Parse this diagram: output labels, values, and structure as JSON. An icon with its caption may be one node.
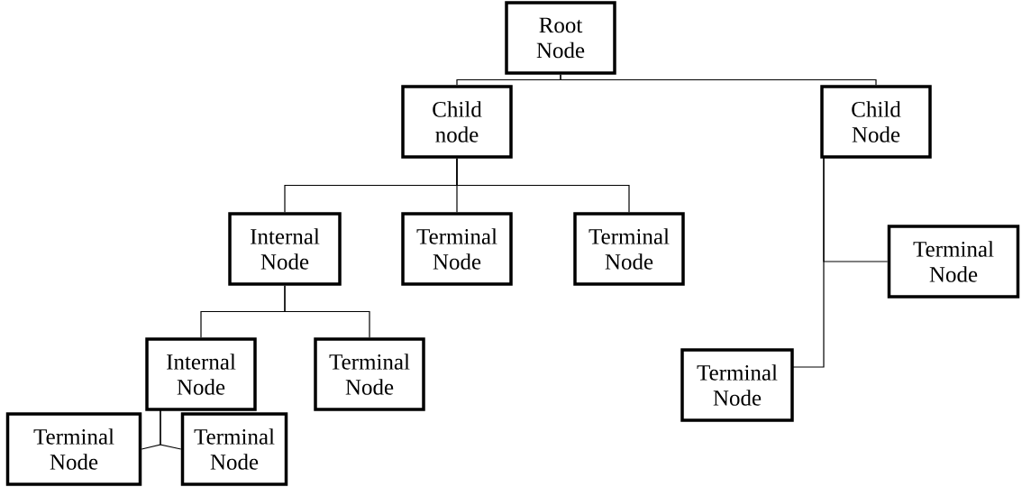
{
  "diagram": {
    "nodes": [
      {
        "text": [
          "Root Node"
        ]
      },
      {
        "text": [
          "Child node"
        ]
      },
      {
        "text": [
          "Child Node"
        ]
      },
      {
        "text": [
          "Internal Node"
        ]
      },
      {
        "text": [
          "Terminal Node"
        ]
      },
      {
        "text": [
          "Terminal Node"
        ]
      },
      {
        "text": [
          "Terminal Node"
        ]
      },
      {
        "text": [
          "Internal Node"
        ]
      },
      {
        "text": [
          "Terminal Node"
        ]
      },
      {
        "text": [
          "Terminal Node"
        ]
      },
      {
        "text": [
          "Terminal Node"
        ]
      },
      {
        "text": [
          "Terminal Node"
        ]
      }
    ],
    "edges": [
      {
        "from": 0,
        "to": 1,
        "arrow": "none"
      },
      {
        "from": 0,
        "to": 2,
        "arrow": "none"
      },
      {
        "from": 1,
        "to": 3,
        "arrow": "none"
      },
      {
        "from": 1,
        "to": 4,
        "arrow": "none"
      },
      {
        "from": 1,
        "to": 5,
        "arrow": "none"
      },
      {
        "from": 2,
        "to": 6,
        "arrow": "none"
      },
      {
        "from": 2,
        "to": 9,
        "arrow": "none"
      },
      {
        "from": 3,
        "to": 7,
        "arrow": "none"
      },
      {
        "from": 3,
        "to": 8,
        "arrow": "none"
      },
      {
        "from": 7,
        "to": 10,
        "arrow": "none"
      },
      {
        "from": 7,
        "to": 11,
        "arrow": "none"
      }
    ]
  }
}
